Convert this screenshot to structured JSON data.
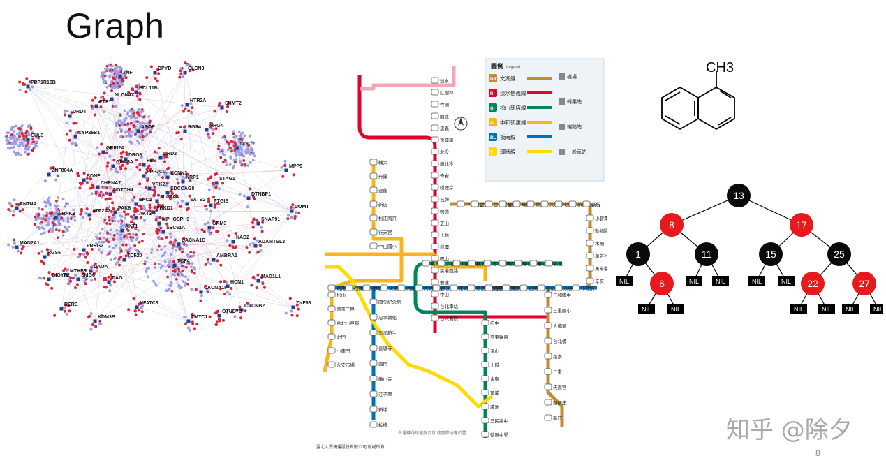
{
  "slide": {
    "title": "Graph",
    "page_number": "8",
    "watermark": "知乎 @除夕"
  },
  "network": {
    "gene_labels": [
      "PPP1R16B",
      "TNF",
      "DPYD",
      "CLCN3",
      "BCL11B",
      "NLGN4X",
      "ETF1",
      "DRD4",
      "HTR2A",
      "SHMT2",
      "CUL3",
      "CYP26B1",
      "ARDE",
      "RGS4",
      "NRGN",
      "DISC1",
      "GRIN2A",
      "DRG3",
      "FES",
      "DRD2",
      "MPP6",
      "ZNF804A",
      "BDNF",
      "GPM6A",
      "CHRNA7",
      "KCNN3",
      "NRP1",
      "STAG1",
      "NOTCH4",
      "PPP3CC",
      "VRK2",
      "SDCCAG8",
      "COMT",
      "CNTN4",
      "SRPK2",
      "ATP2A2",
      "PAK6",
      "EPC2",
      "SLC6A3",
      "SATB2",
      "PTGIS",
      "DTNBP1",
      "AKT1",
      "AKT3",
      "PRKD1",
      "MPHOSPH9",
      "SNAP91",
      "GRM3",
      "SEC61A",
      "CACNA1C",
      "NAB2",
      "ADAMTSL3",
      "MAN2A1",
      "PRRG2",
      "TCF20",
      "AMBRA1",
      "RGS6",
      "MTHFR",
      "DAOA",
      "TCF4",
      "GIGYF2",
      "SMG6",
      "MAD1L1",
      "DAO",
      "HCN1",
      "CACNA1I",
      "RERE",
      "NFATC3",
      "CACNB2",
      "ZNF536",
      "TMTC1",
      "OTUD7B",
      "KDM3B"
    ],
    "colors": {
      "hub": "#1f3f8f",
      "node_blue": "#9a9ee6",
      "node_red": "#d8253a",
      "edge_blue": "#b9bcec",
      "edge_red": "#e4a3ad"
    }
  },
  "metro": {
    "legend_title": "圖例",
    "legend_subtitle": "Legend",
    "legend_items": [
      {
        "code": "BR",
        "name": "文湖線",
        "color": "#c48c31"
      },
      {
        "code": "R",
        "name": "淡水信義線",
        "color": "#e3002c"
      },
      {
        "code": "G",
        "name": "松山新店線",
        "color": "#008659"
      },
      {
        "code": "O",
        "name": "中和新蘆線",
        "color": "#f8b61c"
      },
      {
        "code": "BL",
        "name": "板南線",
        "color": "#0070bd"
      },
      {
        "code": "Y",
        "name": "環狀線",
        "color": "#fedb00"
      }
    ],
    "legend_misc": [
      "機場",
      "轉乘站",
      "端點站",
      "一般車站"
    ],
    "stations": [
      "淡水",
      "紅樹林",
      "竹圍",
      "關渡",
      "忠義",
      "復興崗",
      "北投",
      "新北投",
      "奇岩",
      "唭哩岸",
      "石牌",
      "明德",
      "芝山",
      "士林",
      "劍潭",
      "圓山",
      "民權西路",
      "雙連",
      "中山",
      "台北車站",
      "台大醫院",
      "中正紀念堂",
      "古亭",
      "台電大樓",
      "公館",
      "萬隆",
      "景美",
      "大坪林",
      "七張",
      "新店區公所",
      "新店",
      "小碧潭",
      "動物園",
      "木柵",
      "萬芳社區",
      "萬芳醫院",
      "辛亥",
      "麟光",
      "六張犁",
      "科技大樓",
      "大安",
      "忠孝復興",
      "南京復興",
      "中山國中",
      "松山機場",
      "大直",
      "劍南路",
      "西湖",
      "港墘",
      "文德",
      "內湖",
      "大湖公園",
      "葫洲",
      "東湖",
      "南港軟體園區",
      "南港展覽館",
      "南港",
      "昆陽",
      "後山埤",
      "永春",
      "市政府",
      "國父紀念館",
      "忠孝敦化",
      "忠孝新生",
      "善導寺",
      "西門",
      "龍山寺",
      "江子翠",
      "新埔",
      "板橋",
      "府中",
      "亞東醫院",
      "海山",
      "土城",
      "永寧",
      "頂埔",
      "蘆洲",
      "三民高中",
      "徐匯中學",
      "三和國中",
      "三重國小",
      "大橋頭",
      "台北橋",
      "菜寮",
      "三重",
      "先嗇宮",
      "頭前庄",
      "新莊",
      "輔大",
      "丹鳳",
      "迴龍",
      "新店",
      "松江南京",
      "行天宮",
      "中山國小",
      "松山",
      "南京三民",
      "台北小巨蛋",
      "北門",
      "小南門",
      "永安市場",
      "頂溪",
      "景安",
      "景平",
      "秀朗橋",
      "十四張",
      "大坪林",
      "新北產業園區",
      "幸福",
      "貓空",
      "台北101/世貿",
      "象山",
      "信義安和",
      "大安森林公園",
      "東門",
      "中正紀念堂"
    ],
    "footer_company": "臺北大眾捷運股份有限公司 版權所有",
    "footer_note": "各運轉路線僅為示意 非實際地理位置"
  },
  "molecule": {
    "label": "CH3",
    "name": "1-methylnaphthalene"
  },
  "rbtree": {
    "nodes": [
      {
        "key": "13",
        "color": "black"
      },
      {
        "key": "8",
        "color": "red"
      },
      {
        "key": "17",
        "color": "red"
      },
      {
        "key": "1",
        "color": "black"
      },
      {
        "key": "11",
        "color": "black"
      },
      {
        "key": "15",
        "color": "black"
      },
      {
        "key": "25",
        "color": "black"
      },
      {
        "key": "6",
        "color": "red"
      },
      {
        "key": "22",
        "color": "red"
      },
      {
        "key": "27",
        "color": "red"
      }
    ],
    "nil_label": "NIL",
    "colors": {
      "red": "#e8191c",
      "black": "#0a0a0a",
      "text": "#ffffff"
    }
  }
}
